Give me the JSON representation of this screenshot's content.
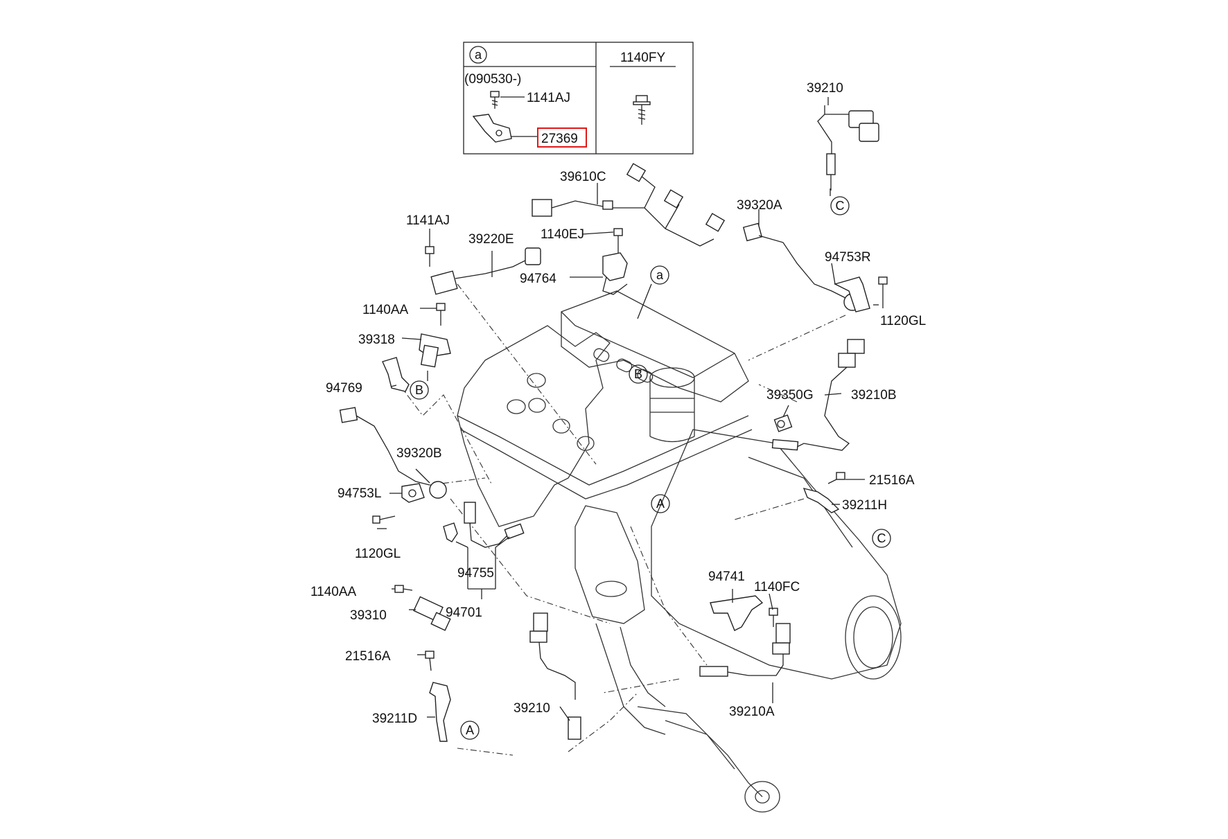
{
  "inset_table": {
    "ref_circle": "a",
    "right_header": "1140FY",
    "date_code": "(090530-)",
    "part_bolt": "1141AJ",
    "part_bracket": "27369",
    "highlight_color": "#e01818"
  },
  "circle_refs": {
    "a": "a",
    "A": "A",
    "B": "B",
    "C": "C"
  },
  "labels": {
    "p39210_top": "39210",
    "p39610C": "39610C",
    "p39320A": "39320A",
    "p1141AJ": "1141AJ",
    "p39220E": "39220E",
    "p1140EJ": "1140EJ",
    "p94764": "94764",
    "p94753R": "94753R",
    "p1120GL_r": "1120GL",
    "p1140AA_top": "1140AA",
    "p39318": "39318",
    "p94769": "94769",
    "p39350G": "39350G",
    "p39210B": "39210B",
    "p39320B": "39320B",
    "p21516A_r": "21516A",
    "p94753L": "94753L",
    "p39211H": "39211H",
    "p1120GL_l": "1120GL",
    "p94755": "94755",
    "p94741": "94741",
    "p1140FC": "1140FC",
    "p1140AA_bot": "1140AA",
    "p94701": "94701",
    "p39310": "39310",
    "p21516A_l": "21516A",
    "p39211D": "39211D",
    "p39210_bot": "39210",
    "p39210A": "39210A"
  }
}
